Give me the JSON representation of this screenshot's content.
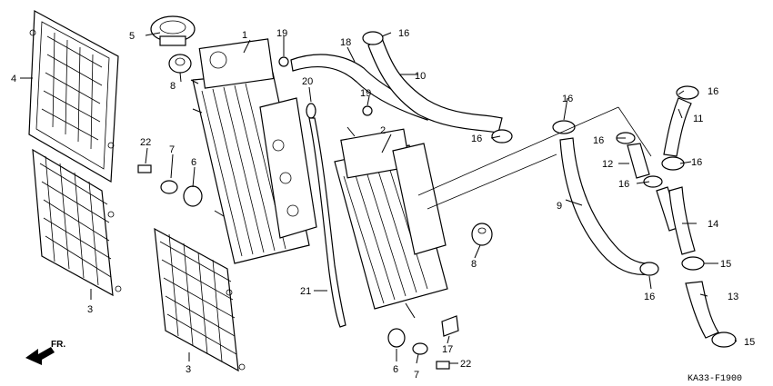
{
  "diagram": {
    "part_code": "KA33-F1900",
    "direction_label": "FR.",
    "callouts": {
      "c1": "1",
      "c2": "2",
      "c3a": "3",
      "c3b": "3",
      "c4": "4",
      "c5": "5",
      "c6a": "6",
      "c6b": "6",
      "c7a": "7",
      "c7b": "7",
      "c8a": "8",
      "c8b": "8",
      "c9": "9",
      "c10": "10",
      "c11": "11",
      "c12": "12",
      "c13": "13",
      "c14": "14",
      "c15a": "15",
      "c15b": "15",
      "c16a": "16",
      "c16b": "16",
      "c16c": "16",
      "c16d": "16",
      "c16e": "16",
      "c16f": "16",
      "c16g": "16",
      "c16h": "16",
      "c17": "17",
      "c18": "18",
      "c19a": "19",
      "c19b": "19",
      "c20": "20",
      "c21": "21",
      "c22a": "22",
      "c22b": "22"
    }
  }
}
